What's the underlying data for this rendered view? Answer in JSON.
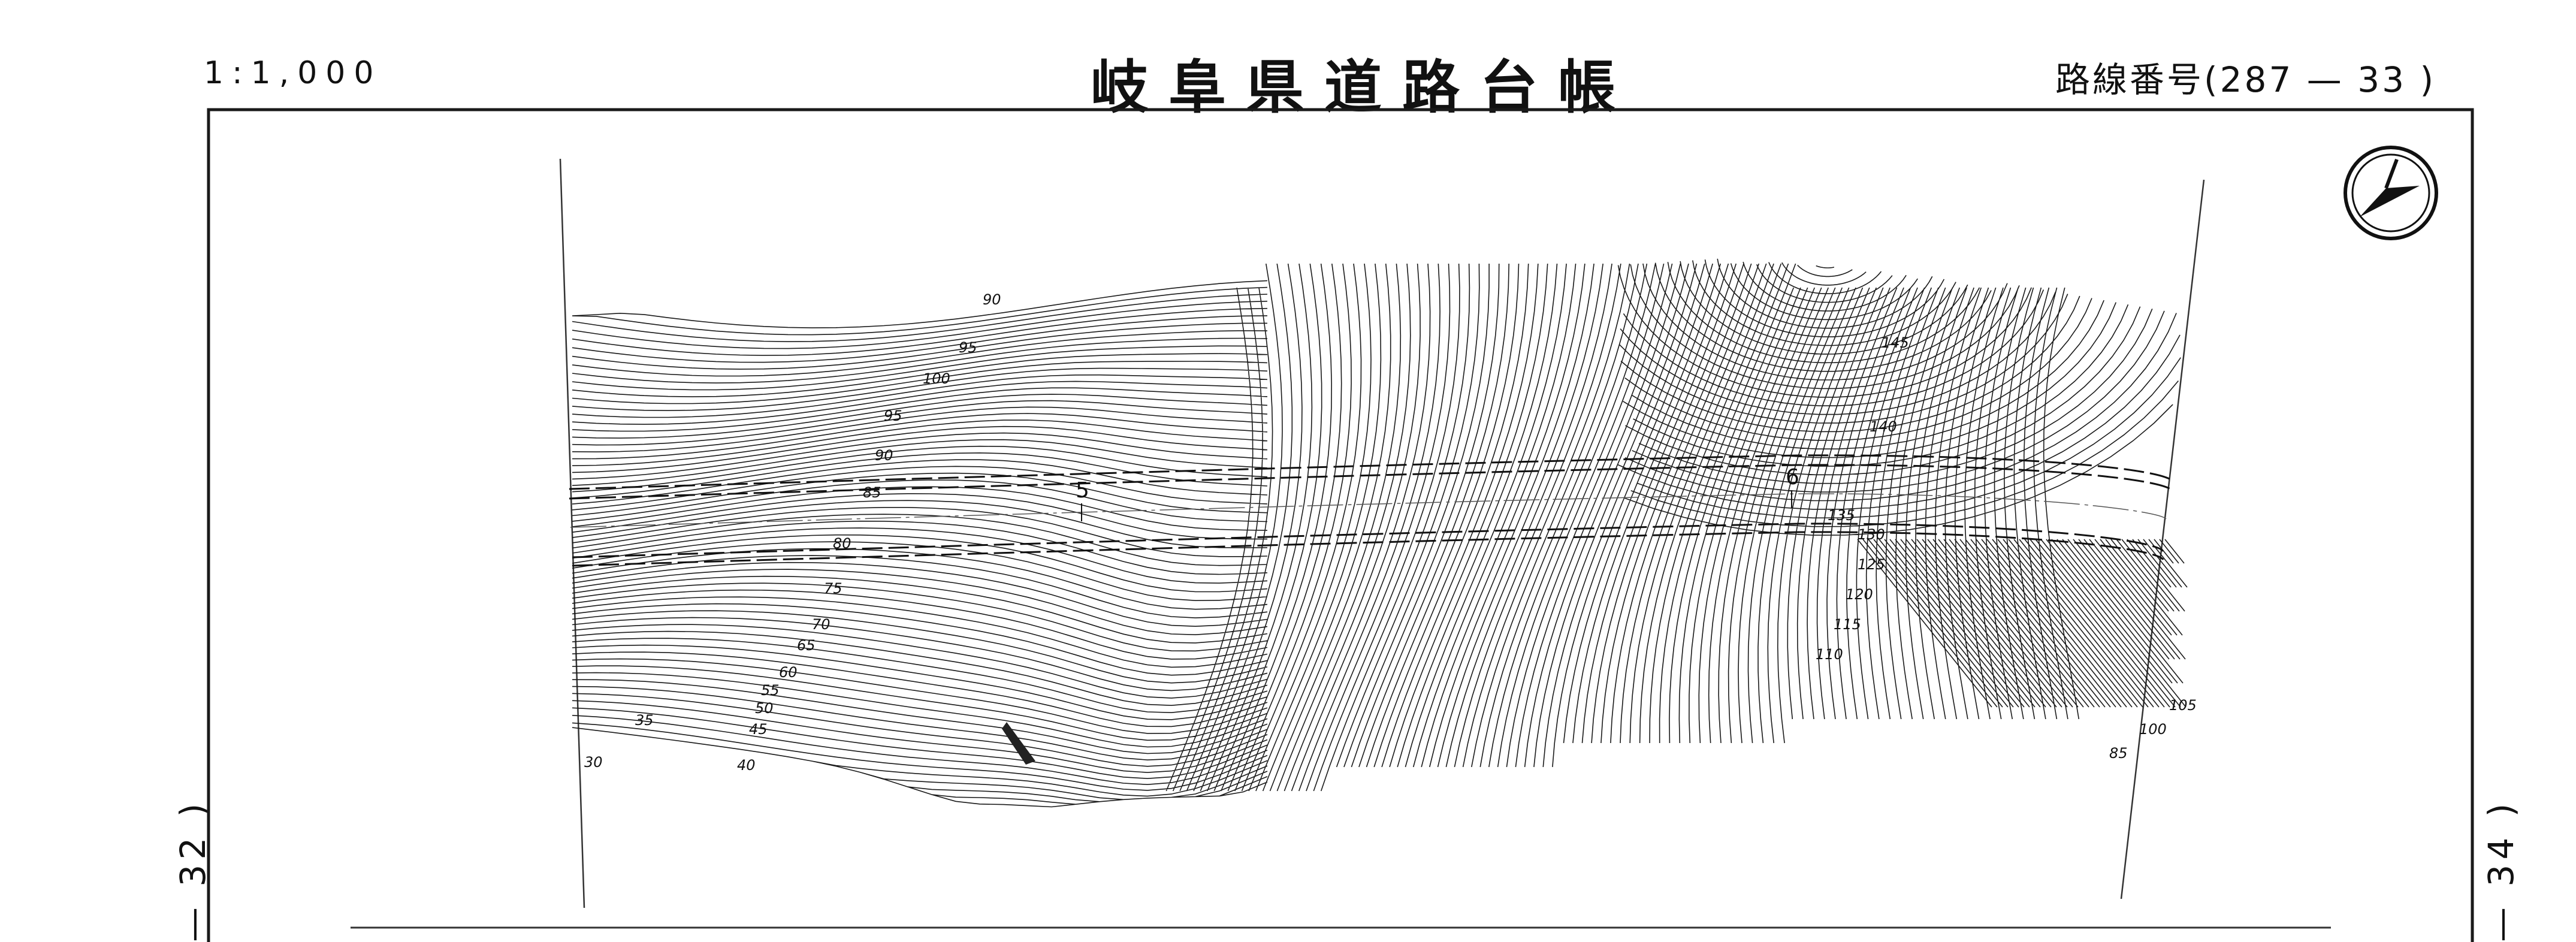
{
  "header": {
    "scale": "1:1,000",
    "title": "岐阜県道路台帳",
    "route_prefix": "路線番号",
    "route_number": "(287 — 33 )"
  },
  "adjacent_sheets": {
    "previous": "— 32 )",
    "next": "— 34 )"
  },
  "map": {
    "north_arrow": "north-arrow-icon",
    "station_marks": [
      "5",
      "6"
    ],
    "contour_labels": [
      "30",
      "35",
      "40",
      "45",
      "50",
      "55",
      "60",
      "65",
      "70",
      "75",
      "80",
      "85",
      "90",
      "95",
      "100",
      "95",
      "90",
      "85",
      "100",
      "105",
      "110",
      "115",
      "120",
      "125",
      "130",
      "135",
      "140",
      "145"
    ],
    "colors": {
      "ink": "#1a1a1a",
      "paper": "#ffffff"
    }
  }
}
